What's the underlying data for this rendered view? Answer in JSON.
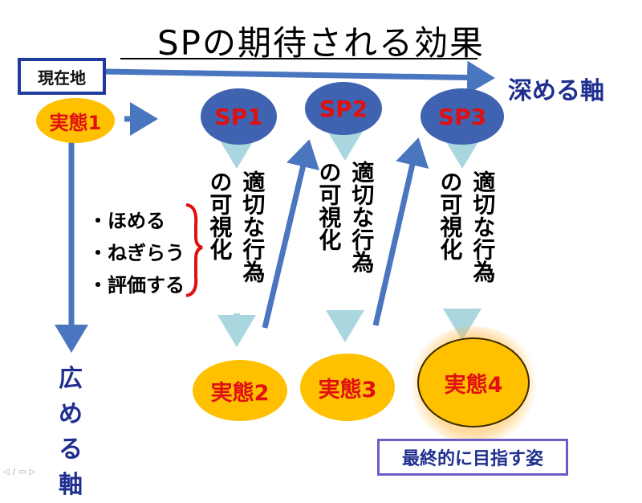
{
  "title": "SPの期待される効果",
  "current_position": "現在地",
  "axes": {
    "deepen": "深める軸",
    "widen": "広める軸"
  },
  "sp_nodes": [
    "SP1",
    "SP2",
    "SP3"
  ],
  "states": [
    "実態1",
    "実態2",
    "実態3",
    "実態4"
  ],
  "visualization_text": "適切な行為の可視化",
  "visualization_columns": [
    "適切な行為",
    "の可視化"
  ],
  "bullets": [
    "・ほめる",
    "・ねぎらう",
    "・評価する"
  ],
  "goal_label": "最終的に目指す姿",
  "footer_nav_icons": [
    "prev-arrow-icon",
    "pen-icon",
    "menu-icon",
    "next-arrow-icon"
  ],
  "colors": {
    "arrow_blue": "#4a76bf",
    "arrow_light": "#a9d6df",
    "sp_fill": "#3f63b0",
    "state_fill": "#ffc000",
    "label_red": "#e01010",
    "axis_text": "#1f2e8f",
    "brace_red": "#e01010",
    "goal_border": "#6b5cc8"
  }
}
